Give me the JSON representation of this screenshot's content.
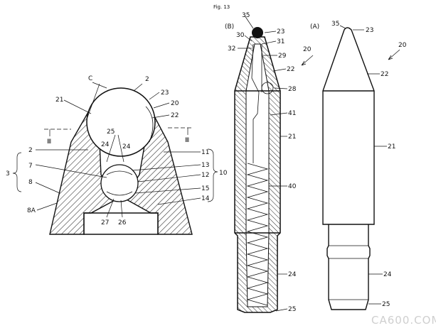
{
  "figure": {
    "label": "Fig. 13"
  },
  "left_view": {
    "labels": [
      "C",
      "2",
      "23",
      "21",
      "20",
      "22",
      "25",
      "24",
      "24",
      "Ⅲ",
      "Ⅲ",
      "2",
      "3",
      "7",
      "8",
      "11",
      "13",
      "12",
      "10",
      "15",
      "14",
      "8A",
      "27",
      "26"
    ]
  },
  "middle_view": {
    "view_tag": "(B)",
    "assembly_ref": "20",
    "labels": [
      "35",
      "23",
      "30",
      "31",
      "32",
      "29",
      "22",
      "28",
      "41",
      "21",
      "40",
      "24",
      "25"
    ]
  },
  "right_view": {
    "view_tag": "(A)",
    "assembly_ref": "20",
    "labels": [
      "35",
      "23",
      "22",
      "21",
      "24",
      "25"
    ]
  },
  "watermark": "CA600.COM",
  "colors": {
    "ink": "#111111",
    "background": "#ffffff",
    "watermark": "#cfcfcf"
  }
}
